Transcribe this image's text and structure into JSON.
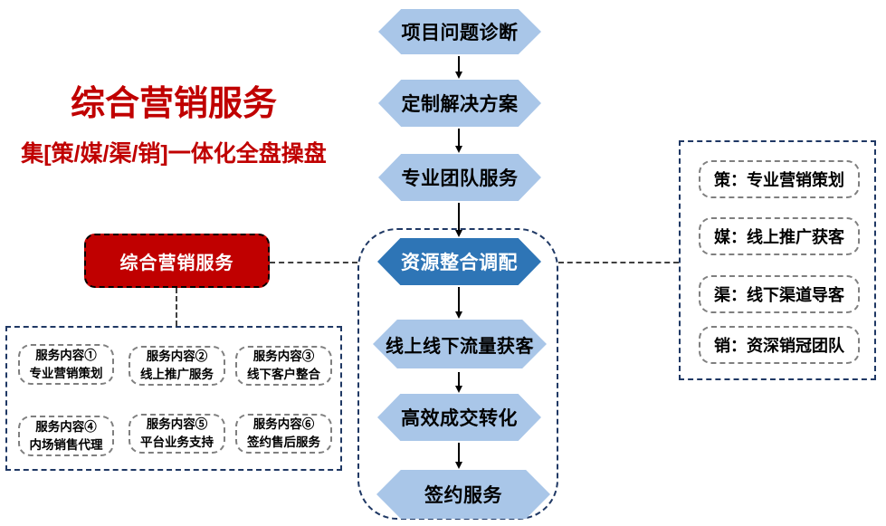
{
  "header": {
    "title": "综合营销服务",
    "subtitle": "集[策/媒/渠/销]一体化全盘操盘"
  },
  "red_box": {
    "label": "综合营销服务"
  },
  "flow": {
    "steps": [
      {
        "label": "项目问题诊断",
        "emphasis": false
      },
      {
        "label": "定制解决方案",
        "emphasis": false
      },
      {
        "label": "专业团队服务",
        "emphasis": false
      },
      {
        "label": "资源整合调配",
        "emphasis": true
      },
      {
        "label": "线上线下流量获客",
        "emphasis": false
      },
      {
        "label": "高效成交转化",
        "emphasis": false
      },
      {
        "label": "签约服务",
        "emphasis": false
      }
    ]
  },
  "right_panel": {
    "items": [
      {
        "label": "策：专业营销策划"
      },
      {
        "label": "媒：线上推广获客"
      },
      {
        "label": "渠：线下渠道导客"
      },
      {
        "label": "销：资深销冠团队"
      }
    ]
  },
  "services_panel": {
    "items": [
      {
        "line1": "服务内容①",
        "line2": "专业营销策划"
      },
      {
        "line1": "服务内容②",
        "line2": "线上推广服务"
      },
      {
        "line1": "服务内容③",
        "line2": "线下客户整合"
      },
      {
        "line1": "服务内容④",
        "line2": "内场销售代理"
      },
      {
        "line1": "服务内容⑤",
        "line2": "平台业务支持"
      },
      {
        "line1": "服务内容⑥",
        "line2": "签约售后服务"
      }
    ]
  },
  "colors": {
    "accent_red": "#C00000",
    "hex_light": "#A9C6E8",
    "hex_dark": "#2E75B6",
    "panel_border": "#1F3864",
    "item_border": "#7F7F7F",
    "connector": "#404040"
  }
}
